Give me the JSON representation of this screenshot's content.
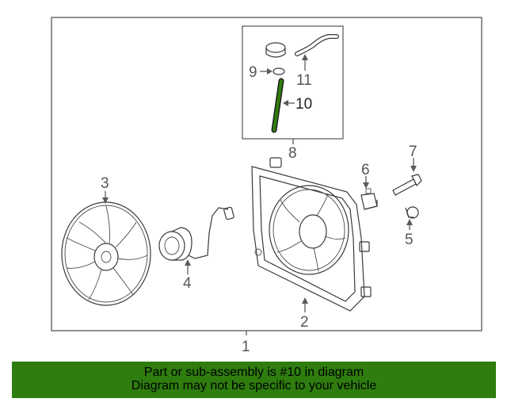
{
  "callouts": {
    "c1": "1",
    "c2": "2",
    "c3": "3",
    "c4": "4",
    "c5": "5",
    "c6": "6",
    "c7": "7",
    "c8": "8",
    "c9": "9",
    "c10": "10",
    "c11": "11"
  },
  "highlight": {
    "part_number": "10",
    "color": "#2e7d0e"
  },
  "banner": {
    "line1": "Part or sub-assembly is #10 in diagram",
    "line2": "Diagram may not be specific to your vehicle",
    "background": "#2e7d0e"
  }
}
